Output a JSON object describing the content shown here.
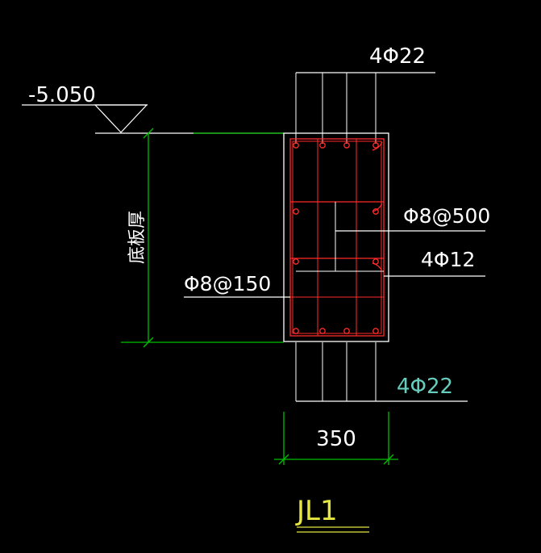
{
  "drawing": {
    "elevation": "-5.050",
    "slab_thickness_label": "底板厚",
    "top_bars": "4Φ22",
    "bottom_bars": "4Φ22",
    "waist_tie": "Φ8@500",
    "waist_bars": "4Φ12",
    "stirrups": "Φ8@150",
    "width": "350",
    "beam_name": "JL1"
  },
  "colors": {
    "background": "#000000",
    "outline": "#ffffff",
    "rebar": "#ff2a2a",
    "dimension": "#00c000",
    "bottom_bars_text": "#66ccbb",
    "title": "#e6e640"
  }
}
